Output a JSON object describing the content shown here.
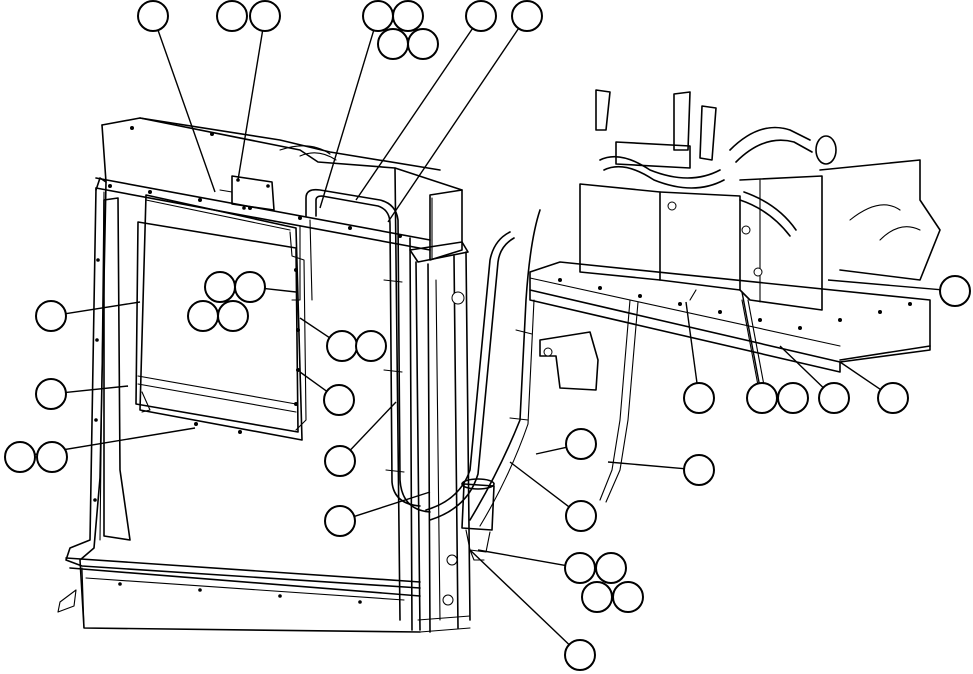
{
  "diagram": {
    "theme": {
      "line_color": "#000000",
      "background": "#ffffff"
    },
    "callouts": [
      {
        "id": "c01",
        "label": ""
      },
      {
        "id": "c02",
        "label": ""
      },
      {
        "id": "c03",
        "label": ""
      },
      {
        "id": "c04",
        "label": ""
      },
      {
        "id": "c05",
        "label": ""
      },
      {
        "id": "c06",
        "label": ""
      },
      {
        "id": "c07",
        "label": ""
      },
      {
        "id": "c08",
        "label": ""
      },
      {
        "id": "c09",
        "label": ""
      },
      {
        "id": "c10",
        "label": ""
      },
      {
        "id": "c11",
        "label": ""
      },
      {
        "id": "c12",
        "label": ""
      },
      {
        "id": "c13",
        "label": ""
      },
      {
        "id": "c14",
        "label": ""
      },
      {
        "id": "c15",
        "label": ""
      },
      {
        "id": "c16",
        "label": ""
      },
      {
        "id": "c17",
        "label": ""
      },
      {
        "id": "c18",
        "label": ""
      },
      {
        "id": "c19",
        "label": ""
      },
      {
        "id": "c20",
        "label": ""
      },
      {
        "id": "c21",
        "label": ""
      },
      {
        "id": "c22",
        "label": ""
      },
      {
        "id": "c23",
        "label": ""
      },
      {
        "id": "c24",
        "label": ""
      },
      {
        "id": "c25",
        "label": ""
      },
      {
        "id": "c26",
        "label": ""
      },
      {
        "id": "c27",
        "label": ""
      },
      {
        "id": "c28",
        "label": ""
      },
      {
        "id": "c29",
        "label": ""
      },
      {
        "id": "c30",
        "label": ""
      },
      {
        "id": "c31",
        "label": ""
      },
      {
        "id": "c32",
        "label": ""
      },
      {
        "id": "c33",
        "label": ""
      },
      {
        "id": "c34",
        "label": ""
      },
      {
        "id": "c35",
        "label": ""
      },
      {
        "id": "c36",
        "label": ""
      },
      {
        "id": "c37",
        "label": ""
      },
      {
        "id": "c38",
        "label": ""
      },
      {
        "id": "c39",
        "label": ""
      },
      {
        "id": "c40",
        "label": ""
      }
    ]
  }
}
